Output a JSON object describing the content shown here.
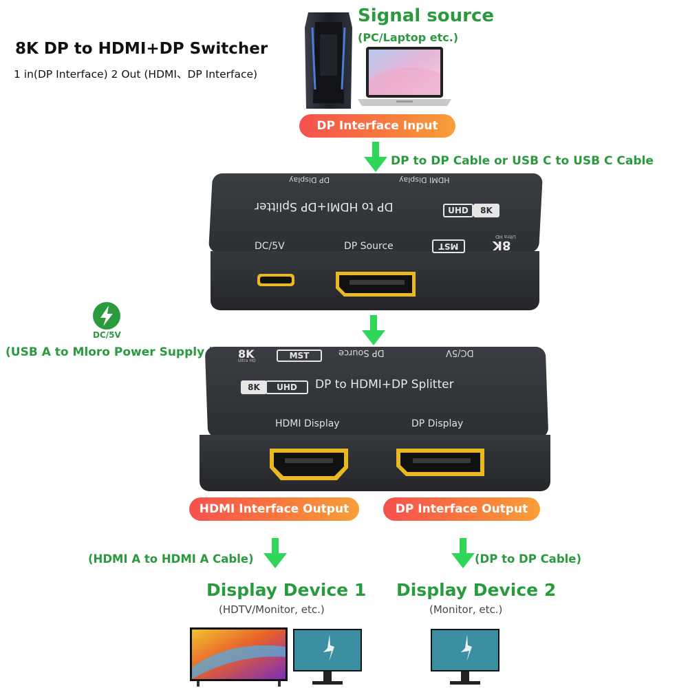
{
  "header": {
    "title": "8K DP to HDMI+DP Switcher",
    "subtitle": "1 in(DP Interface) 2 Out (HDMI、DP Interface)"
  },
  "source": {
    "title": "Signal source",
    "subtitle": "(PC/Laptop etc.)",
    "input_pill": "DP Interface Input",
    "cable_label": "DP to DP Cable or USB C to USB C Cable"
  },
  "power": {
    "label": "DC/5V",
    "supply": "(USB A to Mloro Power Supply )"
  },
  "device_back": {
    "text_dp_display": "DP Display",
    "text_hdmi_display": "HDMI Display",
    "name": "DP to HDMI+DP Splitter",
    "badge_8k": "8K",
    "badge_uhd": "UHD",
    "port_dc": "DC/5V",
    "port_dp_source": "DP Source",
    "badge_mst": "MST",
    "logo_8k": "8K",
    "logo_small": "Ultra HD"
  },
  "device_front": {
    "logo_8k": "8K",
    "logo_small": "Ultra HD",
    "badge_mst": "MST",
    "text_dp_source": "DP Source",
    "text_dc": "DC/5V",
    "badge_8k": "8K",
    "badge_uhd": "UHD",
    "name": "DP to HDMI+DP Splitter",
    "port_hdmi": "HDMI Display",
    "port_dp": "DP Display"
  },
  "outputs": {
    "hdmi_pill": "HDMI Interface Output",
    "dp_pill": "DP Interface Output",
    "hdmi_cable": "(HDMI A to HDMI A Cable)",
    "dp_cable": "(DP to DP Cable)"
  },
  "displays": {
    "d1_title": "Display Device 1",
    "d1_sub": "(HDTV/Monitor, etc.)",
    "d2_title": "Display Device 2",
    "d2_sub": "(Monitor, etc.)"
  },
  "colors": {
    "green_text": "#2a9a3e",
    "arrow_green": "#2fd65a",
    "pill_start": "#f5514e",
    "pill_end": "#f7a03a",
    "device_body": "#2c2f33",
    "port_gold": "#e8b923"
  }
}
